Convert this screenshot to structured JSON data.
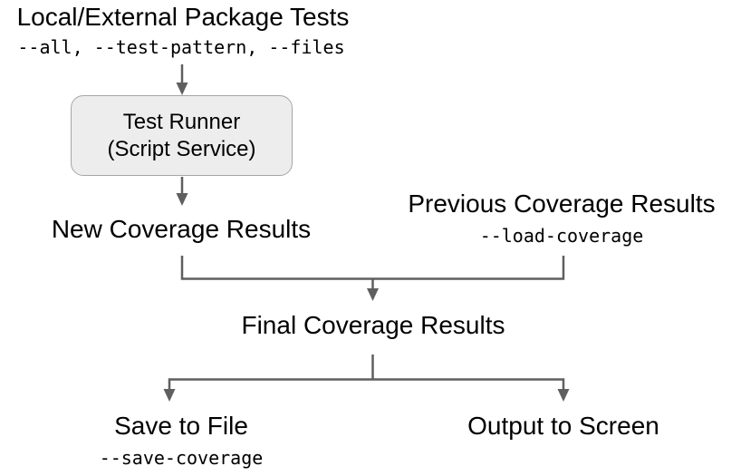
{
  "diagram": {
    "background": "#ffffff",
    "colors": {
      "text": "#000000",
      "connector": "#5f5f5f",
      "box_fill": "#ededed",
      "box_border": "#a6a6a6"
    },
    "nodes": [
      {
        "id": "package-tests",
        "label": "Local/External Package Tests",
        "flags": "--all, --test-pattern, --files"
      },
      {
        "id": "test-runner",
        "label": "Test Runner",
        "sublabel": "(Script Service)"
      },
      {
        "id": "new-coverage",
        "label": "New Coverage Results"
      },
      {
        "id": "previous-coverage",
        "label": "Previous Coverage Results",
        "flags": "--load-coverage"
      },
      {
        "id": "final-coverage",
        "label": "Final Coverage Results"
      },
      {
        "id": "save-to-file",
        "label": "Save to File",
        "flags": "--save-coverage"
      },
      {
        "id": "output-to-screen",
        "label": "Output to Screen"
      }
    ],
    "edges": [
      {
        "from": "package-tests",
        "to": "test-runner"
      },
      {
        "from": "test-runner",
        "to": "new-coverage"
      },
      {
        "from": "new-coverage",
        "to": "final-coverage"
      },
      {
        "from": "previous-coverage",
        "to": "final-coverage"
      },
      {
        "from": "final-coverage",
        "to": "save-to-file"
      },
      {
        "from": "final-coverage",
        "to": "output-to-screen"
      }
    ]
  }
}
